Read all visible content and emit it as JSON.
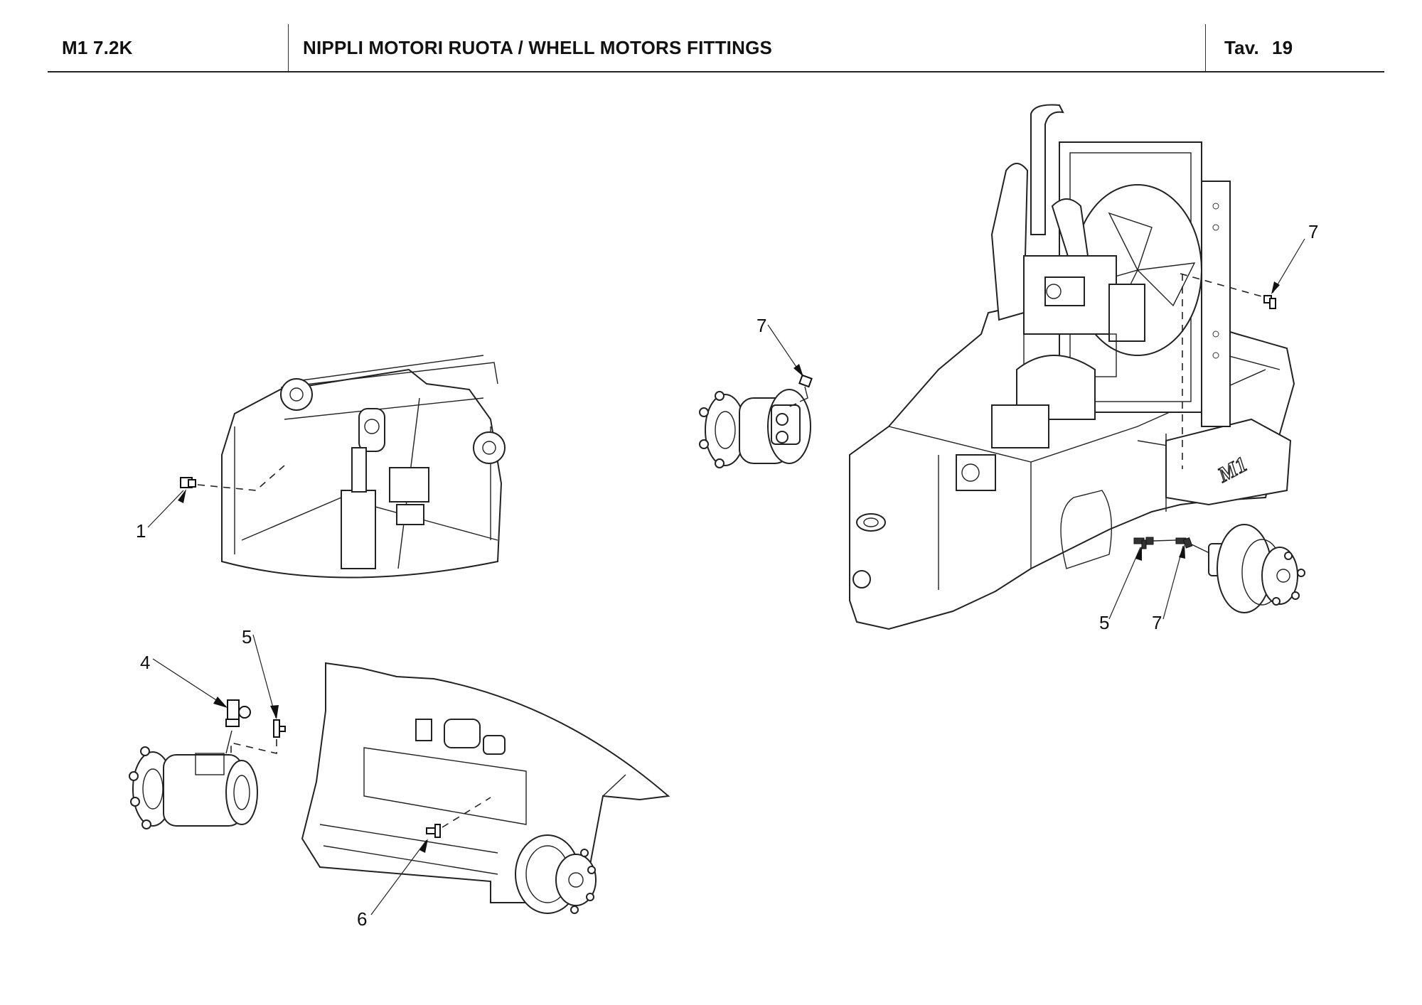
{
  "header": {
    "model": "M1 7.2K",
    "title": "NIPPLI MOTORI RUOTA / WHELL MOTORS FITTINGS",
    "table_label": "Tav.",
    "table_number": "19"
  },
  "views": [
    {
      "name": "front-frame-steering-view",
      "callouts": [
        {
          "label": "1",
          "part": "fitting"
        }
      ]
    },
    {
      "name": "left-wheel-motor-and-rear-frame-view",
      "callouts": [
        {
          "label": "4",
          "part": "tee-fitting"
        },
        {
          "label": "5",
          "part": "tee-fitting"
        },
        {
          "label": "6",
          "part": "tee-fitting"
        }
      ]
    },
    {
      "name": "wheel-motor-detached-view",
      "callouts": [
        {
          "label": "7",
          "part": "elbow-fitting"
        }
      ]
    },
    {
      "name": "chassis-engine-assembly-view",
      "callouts": [
        {
          "label": "7",
          "part": "elbow-fitting"
        },
        {
          "label": "5",
          "part": "tee-fitting"
        },
        {
          "label": "7",
          "part": "elbow-fitting"
        }
      ],
      "chassis_logo": "M1"
    }
  ]
}
